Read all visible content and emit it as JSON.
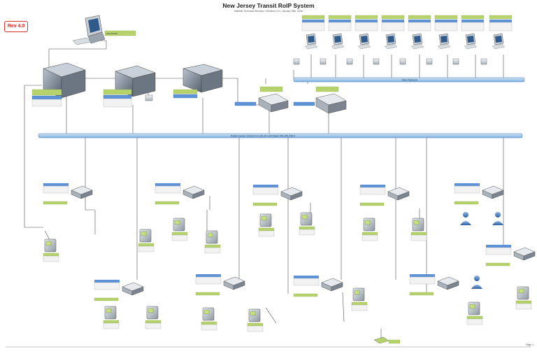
{
  "header": {
    "title": "New Jersey Transit RoIP System",
    "subtitle": "Satellite Technical Services • Revision 4.0 • January 18th, 2006"
  },
  "revision": "Rev 4.0",
  "page_number": "Page 1",
  "networks": {
    "main": "Main Network",
    "radio": "Radio Device Subnet 10.130.30.1/24 Mask 255.255.255.0"
  },
  "server_label": "Asset Number",
  "colors": {
    "blue_label": "#5d93d6",
    "green_label": "#b6d36b",
    "network_bar": "#9dc3ec",
    "rev_red": "#d9332b"
  }
}
